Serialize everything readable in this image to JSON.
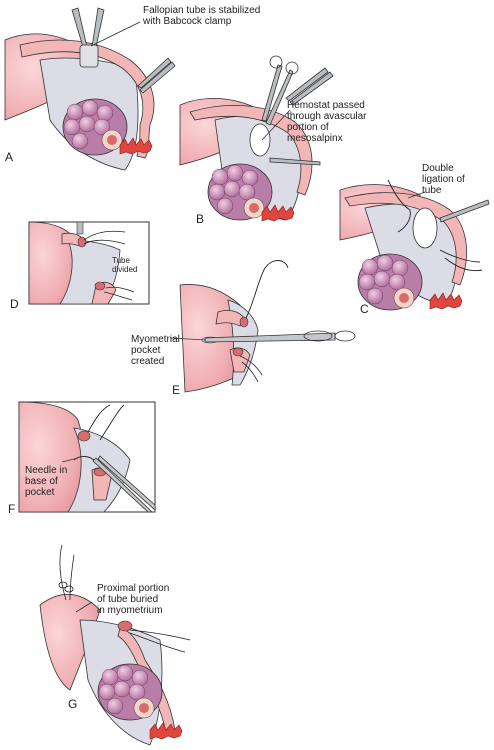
{
  "figure": {
    "panels": [
      {
        "letter": "A",
        "caption": "Fallopian tube is stabilized\nwith Babcock clamp"
      },
      {
        "letter": "B",
        "caption": "Hemostat passed\nthrough avascular\nportion of\nmesosalpinx"
      },
      {
        "letter": "C",
        "caption": "Double\nligation of\ntube"
      },
      {
        "letter": "D",
        "caption": "Tube\ndivided"
      },
      {
        "letter": "E",
        "caption": "Myometrial\npocket\ncreated"
      },
      {
        "letter": "F",
        "caption": "Needle in\nbase of\npocket"
      },
      {
        "letter": "G",
        "caption": "Proximal portion\nof tube buried\nin myometrium"
      }
    ]
  },
  "colors": {
    "uterus": "#f2b6ba",
    "uterus_shade": "#e79aa1",
    "mesosalpinx": "#d9d9e3",
    "ovary": "#c98fb6",
    "ovary_light": "#e2b8d4",
    "fimbriae": "#e0453f",
    "tube": "#f3b9b5",
    "instrument": "#8a8f96",
    "line": "#333333"
  },
  "icons": [
    "babcock-clamp-icon",
    "hemostat-icon",
    "suture-needle-icon",
    "scissors-icon"
  ]
}
